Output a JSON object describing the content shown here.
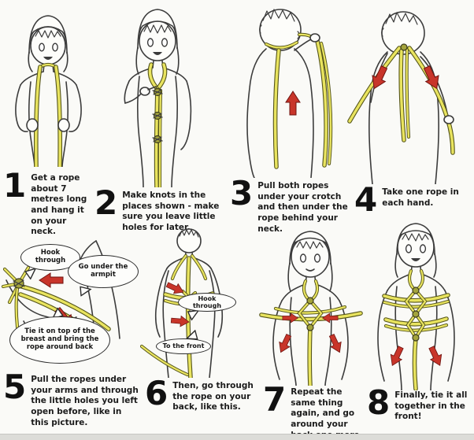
{
  "page": {
    "background_color": "#fafaf7",
    "footer_bar_color": "#dcdcd8"
  },
  "palette": {
    "rope_yellow": "#e9e45f",
    "rope_shadow": "#55551a",
    "knot_olive": "#a3a33c",
    "arrow_red": "#c8352a",
    "ink": "#3c3c3c"
  },
  "steps": [
    {
      "num": "1",
      "caption": "Get a rope about 7 metres long and hang it on your neck.",
      "figure": "front-figure-rope-draped-on-neck"
    },
    {
      "num": "2",
      "caption": "Make knots in the places shown - make sure you leave little holes for later.",
      "figure": "front-figure-knotted-center-rope"
    },
    {
      "num": "3",
      "caption": "Pull both ropes under your crotch and then under the rope behind your neck.",
      "figure": "back-figure-pulling-rope-up"
    },
    {
      "num": "4",
      "caption": "Take one rope in each hand.",
      "figure": "back-figure-ropes-spread-to-hands"
    },
    {
      "num": "5",
      "caption": "Pull the ropes under your arms and through the little holes you left open before, like in this picture.",
      "figure": "closeup-chest-rope-detail"
    },
    {
      "num": "6",
      "caption": "Then, go through the rope on your back, like this.",
      "figure": "back-figure-rope-through-back"
    },
    {
      "num": "7",
      "caption": "Repeat the same thing again, and go around your back one more time.",
      "figure": "front-figure-harness-in-progress"
    },
    {
      "num": "8",
      "caption": "Finally, tie it all together in the front!",
      "figure": "front-figure-harness-complete"
    }
  ],
  "bubbles": {
    "hook_through": "Hook through",
    "go_under_armpit": "Go under the armpit",
    "tie_on_breast": "Tie it on top of the breast and bring the rope around back",
    "to_the_front": "To the front"
  }
}
